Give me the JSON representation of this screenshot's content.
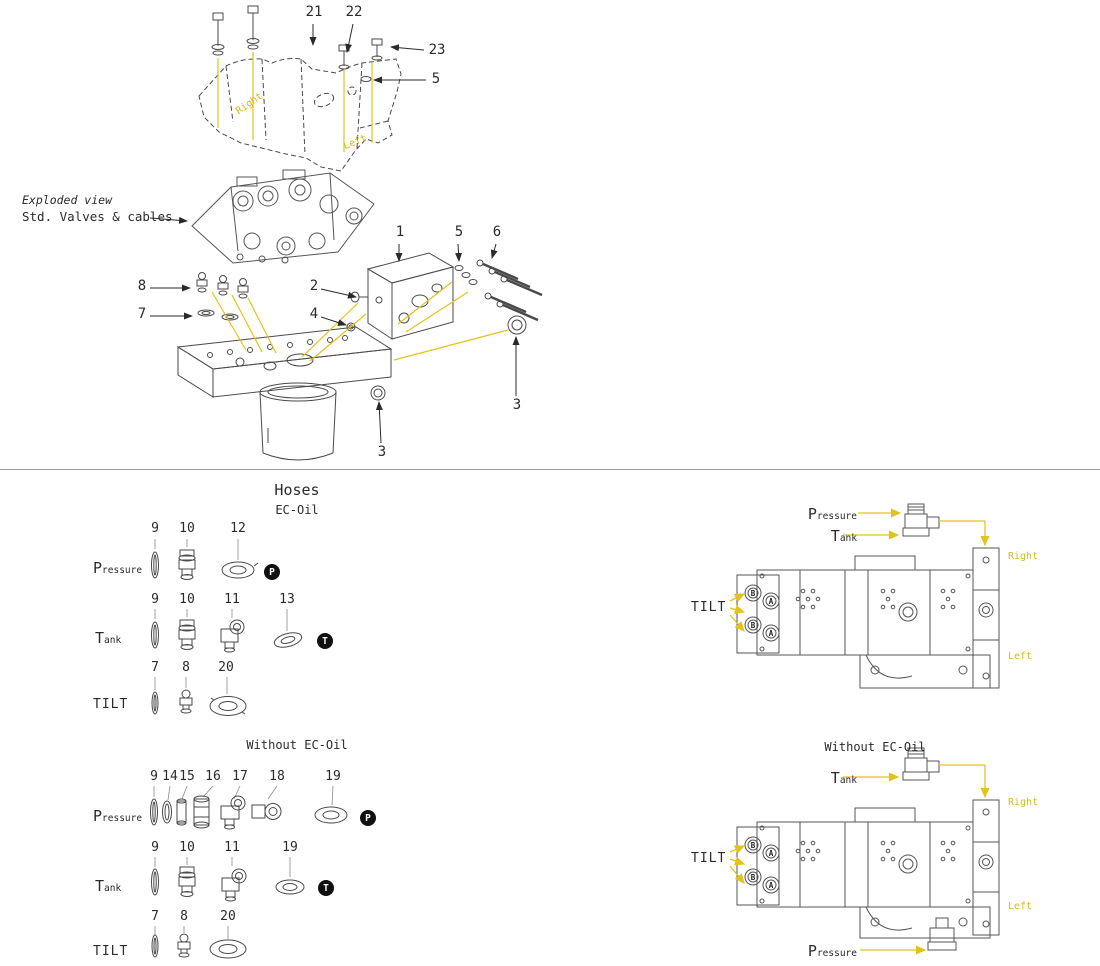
{
  "colors": {
    "accent_yellow": "#e2c31c",
    "yellow_text": "#d8b91c",
    "badge_black": "#101010",
    "line_gray": "#4a4a4a"
  },
  "top": {
    "caption": {
      "line1": "Exploded view",
      "line2": "Std. Valves & cables"
    },
    "cover_labels": {
      "right": "Right",
      "left": "Left"
    },
    "callouts": {
      "c21": "21",
      "c22": "22",
      "c23": "23",
      "c5a": "5",
      "c1": "1",
      "c5b": "5",
      "c6": "6",
      "c2": "2",
      "c4": "4",
      "c8": "8",
      "c7": "7",
      "c3a": "3",
      "c3b": "3"
    }
  },
  "hoses": {
    "title": "Hoses",
    "group_ec": "EC-Oil",
    "group_no": "Without EC-Oil",
    "labels": {
      "pressure": "Pressure",
      "tank": "Tank",
      "tilt": "TILT"
    },
    "badges": {
      "p": "P",
      "t": "T"
    },
    "rows": {
      "ec_pressure": [
        "9",
        "10",
        "12"
      ],
      "ec_tank": [
        "9",
        "10",
        "11",
        "13"
      ],
      "ec_tilt": [
        "7",
        "8",
        "20"
      ],
      "no_pressure": [
        "9",
        "14",
        "15",
        "16",
        "17",
        "18",
        "19"
      ],
      "no_tank": [
        "9",
        "10",
        "11",
        "19"
      ],
      "no_tilt": [
        "7",
        "8",
        "20"
      ]
    }
  },
  "diagrams": {
    "d1": {
      "pressure": "Pressure",
      "tank": "Tank",
      "tilt": "TILT",
      "right": "Right",
      "left": "Left",
      "ports": [
        "B",
        "A",
        "B",
        "A"
      ]
    },
    "d2": {
      "title": "Without EC-Oil",
      "tank": "Tank",
      "tilt": "TILT",
      "right": "Right",
      "left": "Left",
      "pressure": "Pressure",
      "ports": [
        "B",
        "A",
        "B",
        "A"
      ]
    }
  }
}
